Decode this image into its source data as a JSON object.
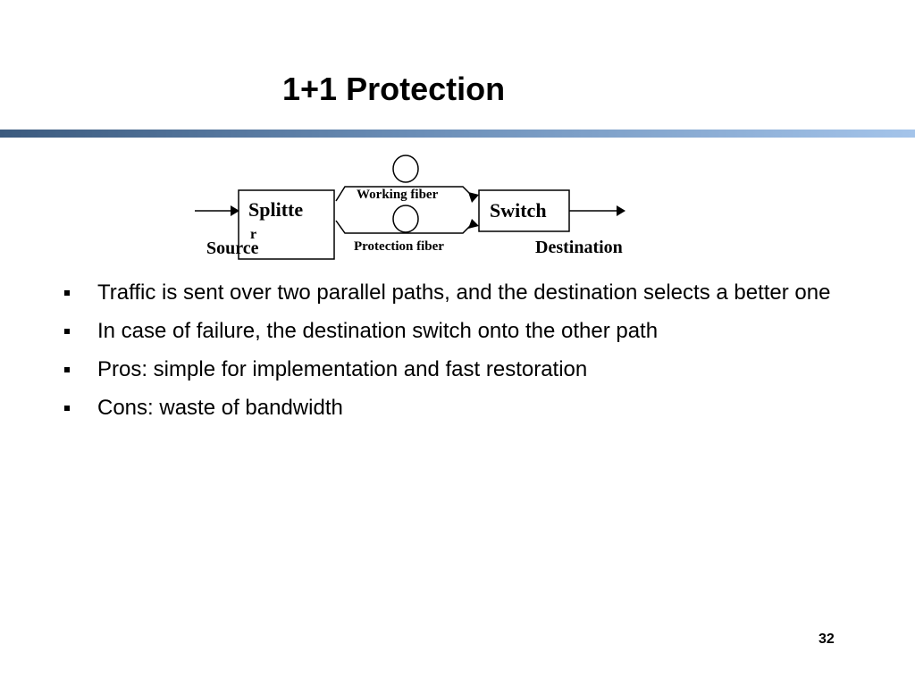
{
  "slide": {
    "title": "1+1 Protection",
    "page_number": "32"
  },
  "diagram": {
    "splitter_label_line1": "Splitte",
    "splitter_label_line2": "r",
    "switch_label": "Switch",
    "working_fiber_label": "Working fiber",
    "protection_fiber_label": "Protection fiber",
    "source_label": "Source",
    "destination_label": "Destination"
  },
  "bullets": [
    "Traffic is sent over two parallel paths, and the destination selects a better one",
    "In case of failure, the destination switch onto the other path",
    "Pros: simple for implementation and fast restoration",
    "Cons: waste of bandwidth"
  ],
  "colors": {
    "rule_start": "#3b5a7e",
    "rule_end": "#a4c4ea"
  }
}
